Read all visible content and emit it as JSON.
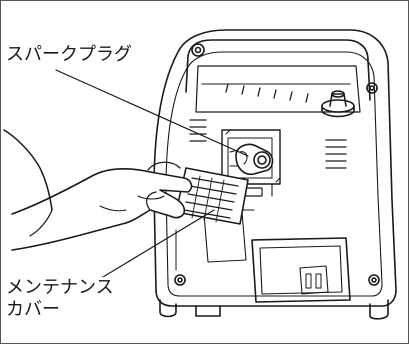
{
  "callouts": {
    "spark_plug": "スパークプラグ",
    "maintenance_cover_line1": "メンテナンス",
    "maintenance_cover_line2": "カバー"
  },
  "colors": {
    "line": "#1a1a1a",
    "frame": "#555555",
    "background": "#ffffff"
  }
}
